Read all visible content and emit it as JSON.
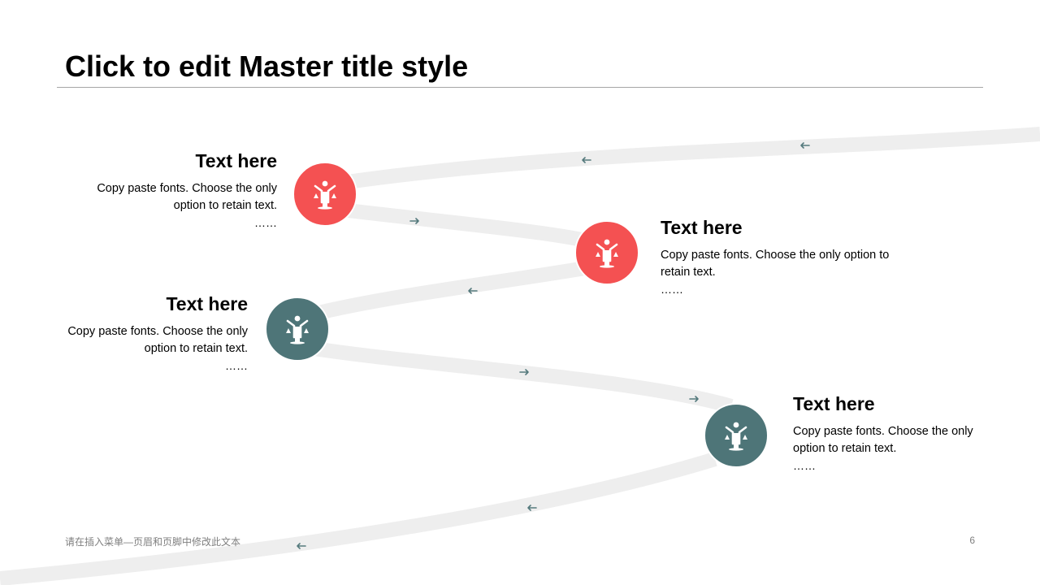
{
  "slide": {
    "title": "Click to edit Master title style",
    "footer_text": "请在插入菜单—页眉和页脚中修改此文本",
    "page_number": "6"
  },
  "colors": {
    "red": "#f45152",
    "teal": "#4e7578",
    "road": "#eeeeee",
    "arrow": "#557a7d"
  },
  "items": [
    {
      "heading": "Text here",
      "body": "Copy paste fonts. Choose the only option to retain text.",
      "ellipsis": "……",
      "icon": "justice-scale-icon",
      "color": "red"
    },
    {
      "heading": "Text here",
      "body": "Copy paste fonts. Choose the only option to retain text.",
      "ellipsis": "……",
      "icon": "justice-scale-icon",
      "color": "red"
    },
    {
      "heading": "Text here",
      "body": "Copy paste fonts. Choose the only option to retain text.",
      "ellipsis": "……",
      "icon": "justice-scale-icon",
      "color": "teal"
    },
    {
      "heading": "Text here",
      "body": "Copy paste fonts. Choose the only option to retain text.",
      "ellipsis": "……",
      "icon": "justice-scale-icon",
      "color": "teal"
    }
  ]
}
